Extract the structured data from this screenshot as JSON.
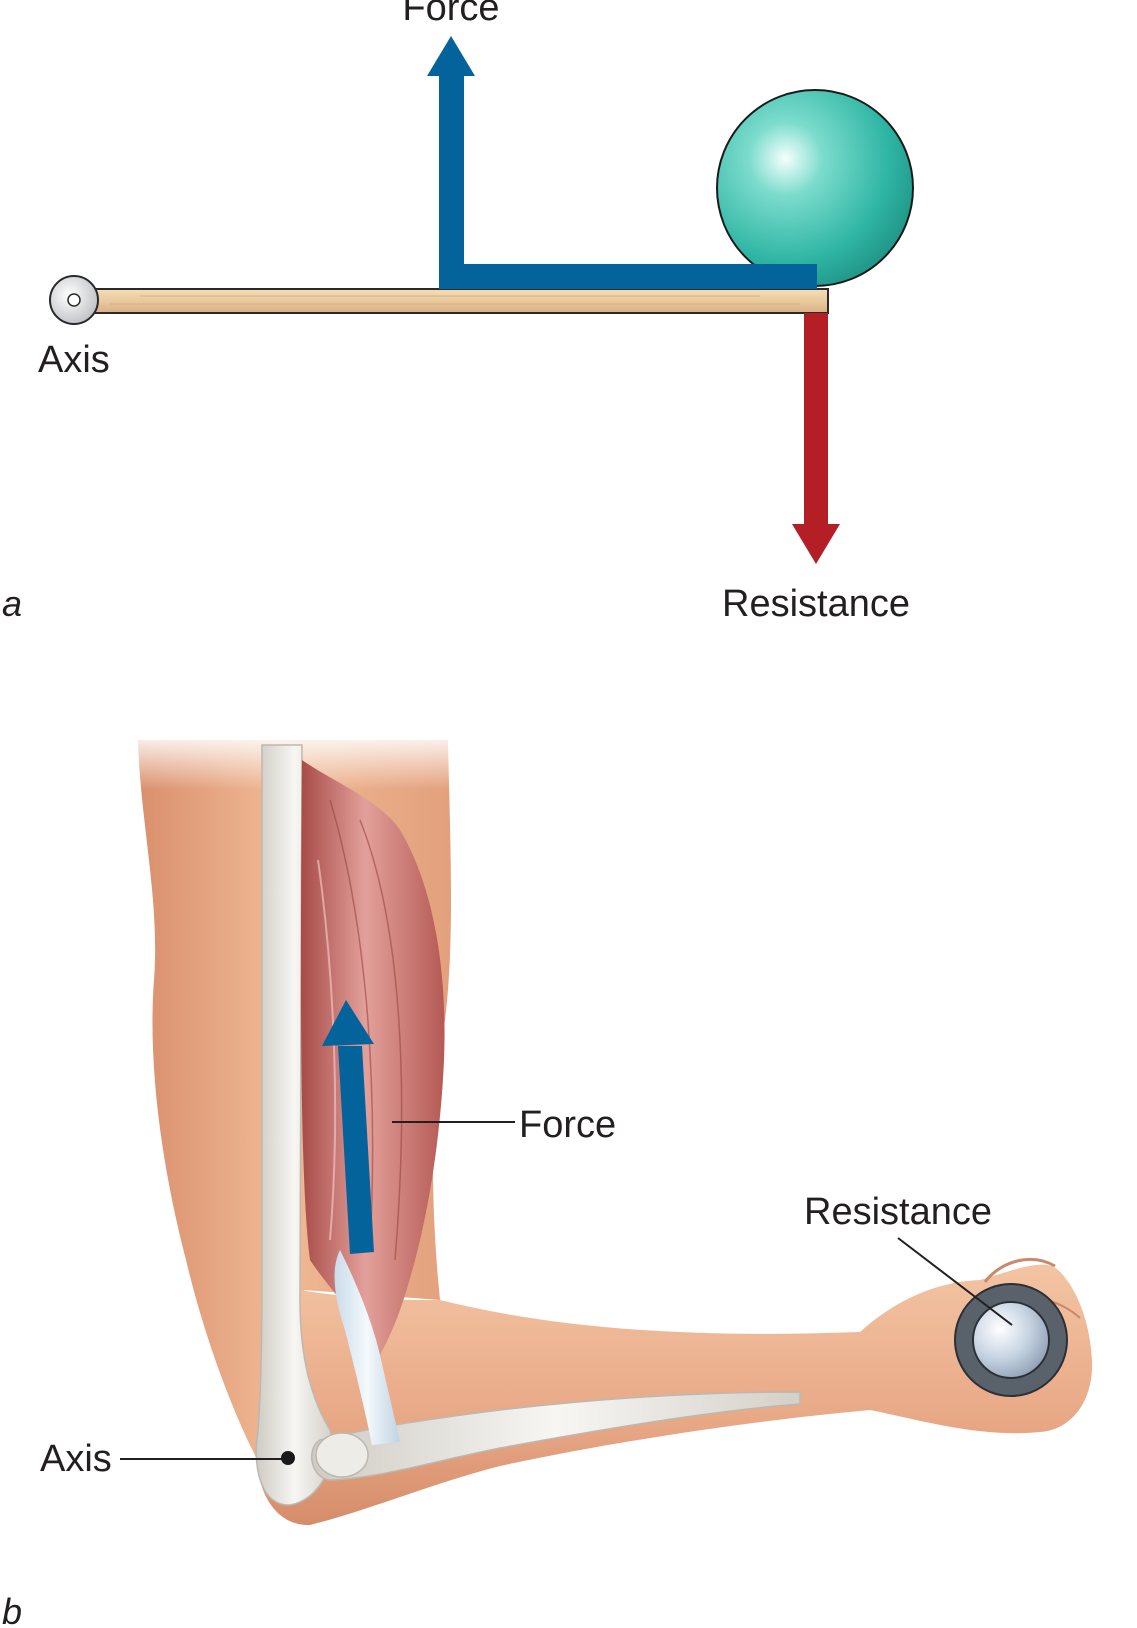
{
  "panel_a": {
    "panel_label": "a",
    "force_label": "Force",
    "axis_label": "Axis",
    "resistance_label": "Resistance"
  },
  "panel_b": {
    "panel_label": "b",
    "force_label": "Force",
    "axis_label": "Axis",
    "resistance_label": "Resistance"
  },
  "colors": {
    "force_arrow": "#05639c",
    "resistance_arrow": "#b31f24",
    "ball": "#2fb5a4",
    "lever": "#e9c99e",
    "muscle": "#c46b66",
    "skin": "#e8a886",
    "bone": "#e9e7e2",
    "weight_ring": "#59616b"
  }
}
